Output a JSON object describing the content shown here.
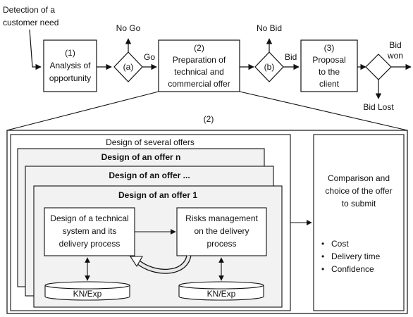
{
  "top": {
    "trigger": [
      "Detection of a",
      "customer need"
    ],
    "step1": [
      "(1)",
      "Analysis of",
      "opportunity"
    ],
    "gate_a": "(a)",
    "no_go": "No Go",
    "go": "Go",
    "step2": [
      "(2)",
      "Preparation of",
      "technical and",
      "commercial offer"
    ],
    "gate_b": "(b)",
    "no_bid": "No Bid",
    "bid": "Bid",
    "step3": [
      "(3)",
      "Proposal",
      "to the",
      "client"
    ],
    "bid_won": [
      "Bid",
      "won"
    ],
    "bid_lost": "Bid Lost"
  },
  "detail": {
    "marker": "(2)",
    "group_title": "Design of several offers",
    "offer_n": "Design of an offer n",
    "offer_dots": "Design of an offer ...",
    "offer_1": "Design of an offer 1",
    "tech_box": [
      "Design of a technical",
      "system and its",
      "delivery process"
    ],
    "risk_box": [
      "Risks management",
      "on the delivery",
      "process"
    ],
    "db_left": "KN/Exp",
    "db_right": "KN/Exp",
    "comparison": [
      "Comparison and",
      "choice of the offer",
      "to submit"
    ],
    "criteria": [
      "Cost",
      "Delivery time",
      "Confidence"
    ]
  }
}
